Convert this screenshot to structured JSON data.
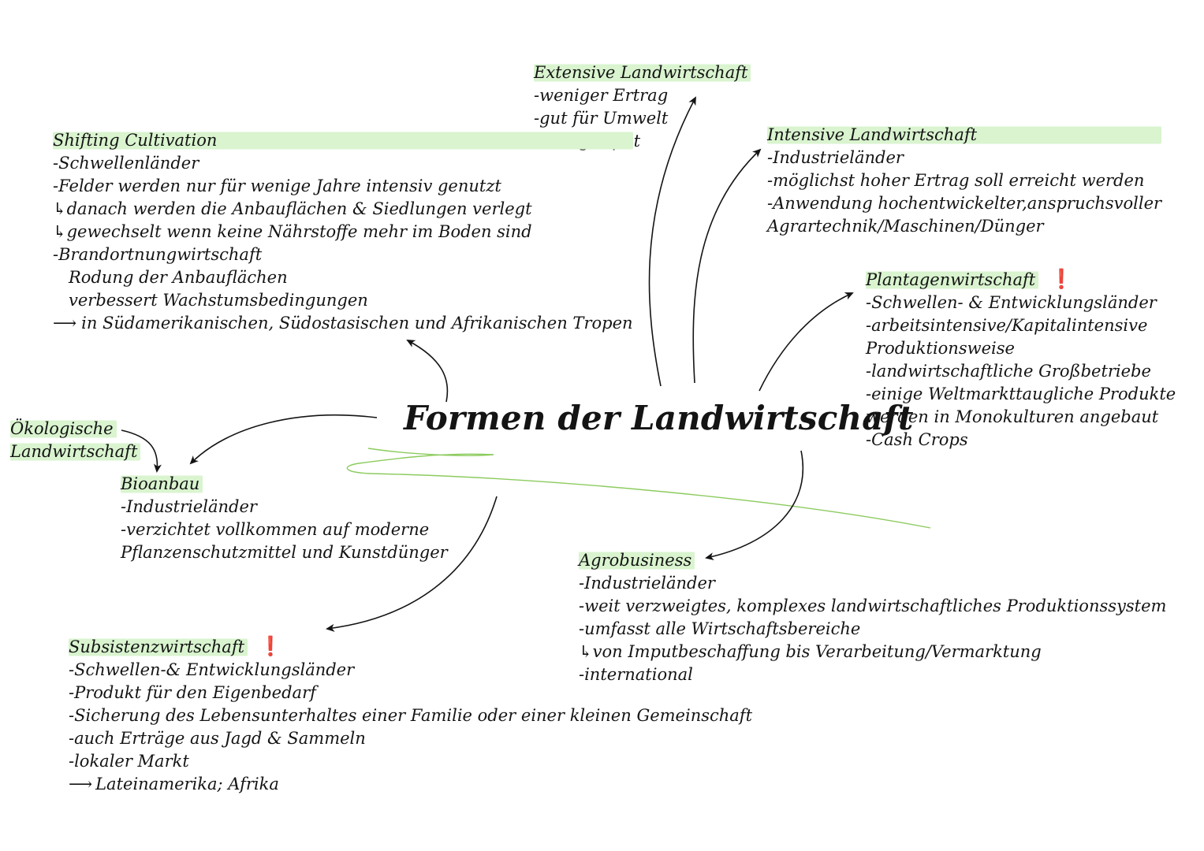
{
  "title": "Formen der Landwirtschaft",
  "colors": {
    "highlight": "#d9f4cf",
    "accent_line": "#8ccb5e",
    "important_mark": "#d01818",
    "text": "#141414"
  },
  "icons": {
    "important": "exclamation-mark-icon",
    "subpoint": "return-arrow-icon",
    "leads_to": "right-arrow-icon"
  },
  "nodes": {
    "extensive": {
      "heading": "Extensive Landwirtschaft",
      "lines": [
        "-weniger Ertrag",
        "-gut für Umwelt",
        "-wenig Input"
      ]
    },
    "intensive": {
      "heading": "Intensive Landwirtschaft",
      "lines": [
        "-Industrieländer",
        "-möglichst hoher Ertrag soll erreicht werden",
        "-Anwendung hochentwickelter,anspruchsvoller",
        "Agrartechnik/Maschinen/Dünger"
      ]
    },
    "shifting": {
      "heading": "Shifting Cultivation",
      "lines": [
        "-Schwellenländer",
        "-Felder werden nur für wenige Jahre intensiv genutzt",
        "danach werden die Anbauflächen & Siedlungen verlegt",
        "gewechselt wenn keine Nährstoffe mehr im Boden sind",
        "-Brandortnungwirtschaft",
        "Rodung der Anbauflächen",
        "verbessert Wachstumsbedingungen",
        "in Südamerikanischen, Südostasischen und Afrikanischen Tropen"
      ]
    },
    "plantagen": {
      "heading": "Plantagenwirtschaft",
      "lines": [
        "-Schwellen- & Entwicklungsländer",
        "-arbeitsintensive/Kapitalintensive",
        "Produktionsweise",
        "-landwirtschaftliche Großbetriebe",
        "-einige Weltmarkttaugliche Produkte",
        "werden in Monokulturen angebaut",
        "-Cash Crops"
      ]
    },
    "oeko": {
      "heading_line1": "Ökologische",
      "heading_line2": "Landwirtschaft"
    },
    "bio": {
      "heading": "Bioanbau",
      "lines": [
        "-Industrieländer",
        "-verzichtet vollkommen auf moderne",
        "Pflanzenschutzmittel und Kunstdünger"
      ]
    },
    "agro": {
      "heading": "Agrobusiness",
      "lines": [
        "-Industrieländer",
        "-weit verzweigtes, komplexes landwirtschaftliches Produktionssystem",
        "-umfasst alle Wirtschaftsbereiche",
        "von Imputbeschaffung bis Verarbeitung/Vermarktung",
        "-international"
      ]
    },
    "subsistenz": {
      "heading": "Subsistenzwirtschaft",
      "lines": [
        "-Schwellen-& Entwicklungsländer",
        "-Produkt für den Eigenbedarf",
        "-Sicherung des Lebensunterhaltes einer Familie oder einer kleinen Gemeinschaft",
        "-auch Erträge aus Jagd & Sammeln",
        "-lokaler Markt",
        "Lateinamerika; Afrika"
      ]
    }
  }
}
